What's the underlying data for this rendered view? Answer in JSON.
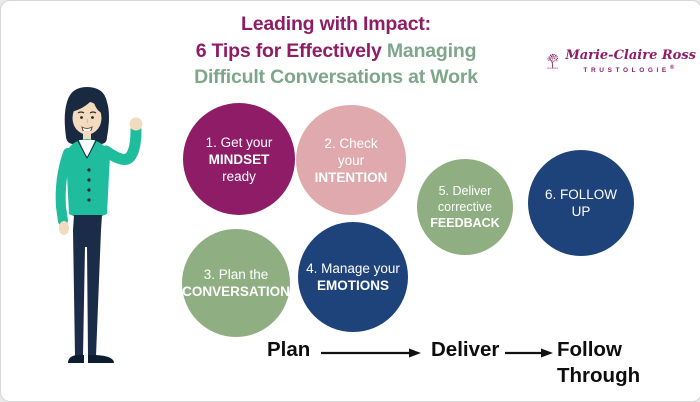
{
  "title": {
    "line1": "Leading with Impact:",
    "line2a": "6 Tips for Effectively ",
    "line2b": "Managing",
    "line3": "Difficult Conversations at Work"
  },
  "logo": {
    "brand": "Marie-Claire Ross",
    "tagline": "TRUSTOLOGIE",
    "registered": "®",
    "tree_icon": "tree-icon"
  },
  "tips": [
    {
      "color": "#8e1c66",
      "lines": [
        {
          "text": "1. Get your",
          "bold": false
        },
        {
          "text": "MINDSET",
          "bold": true
        },
        {
          "text": "ready",
          "bold": false
        }
      ]
    },
    {
      "color": "#dfa9ad",
      "lines": [
        {
          "text": "2. Check",
          "bold": false
        },
        {
          "text": "your",
          "bold": false
        },
        {
          "text": "INTENTION",
          "bold": true
        }
      ]
    },
    {
      "color": "#8fae81",
      "lines": [
        {
          "text": "3. Plan the",
          "bold": false
        },
        {
          "text": "CONVERSATION",
          "bold": true
        }
      ]
    },
    {
      "color": "#1e437b",
      "lines": [
        {
          "text": "4. Manage your",
          "bold": false
        },
        {
          "text": "EMOTIONS",
          "bold": true
        }
      ]
    },
    {
      "color": "#8fae81",
      "lines": [
        {
          "text": "5. Deliver",
          "bold": false
        },
        {
          "text": "corrective",
          "bold": false
        },
        {
          "text": "FEEDBACK",
          "bold": true
        }
      ]
    },
    {
      "color": "#1e437b",
      "lines": [
        {
          "text": "6. FOLLOW",
          "bold": false
        },
        {
          "text": "UP",
          "bold": false
        }
      ]
    }
  ],
  "flow": {
    "step1": "Plan",
    "step2": "Deliver",
    "step3": "Follow Through"
  },
  "colors": {
    "purple": "#8e1d66",
    "green": "#7ea68b",
    "pink": "#dfa9ad",
    "sage": "#8fae81",
    "navy": "#1e437b",
    "teal": "#1fbd9e",
    "flow_text": "#0d0d0d"
  }
}
